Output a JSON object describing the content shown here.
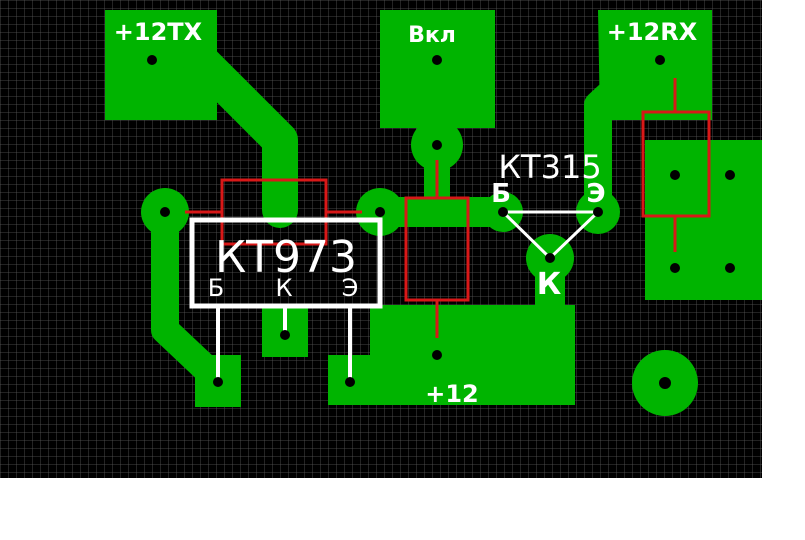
{
  "colors": {
    "board": "#000000",
    "grid": "#5a5a5a",
    "copper": "#00b400",
    "silkscreen": "#ffffff",
    "component_outline": "#d81818",
    "hole": "#000000",
    "background": "#ffffff"
  },
  "labels": {
    "tx_power": "+12TX",
    "switch": "Вкл",
    "rx_power": "+12RX",
    "power": "+12",
    "kt315_name": "КТ315",
    "kt315_base": "Б",
    "kt315_emitter": "Э",
    "kt315_collector": "К",
    "kt973_name": "КТ973",
    "kt973_base": "Б",
    "kt973_collector": "К",
    "kt973_emitter": "Э"
  }
}
